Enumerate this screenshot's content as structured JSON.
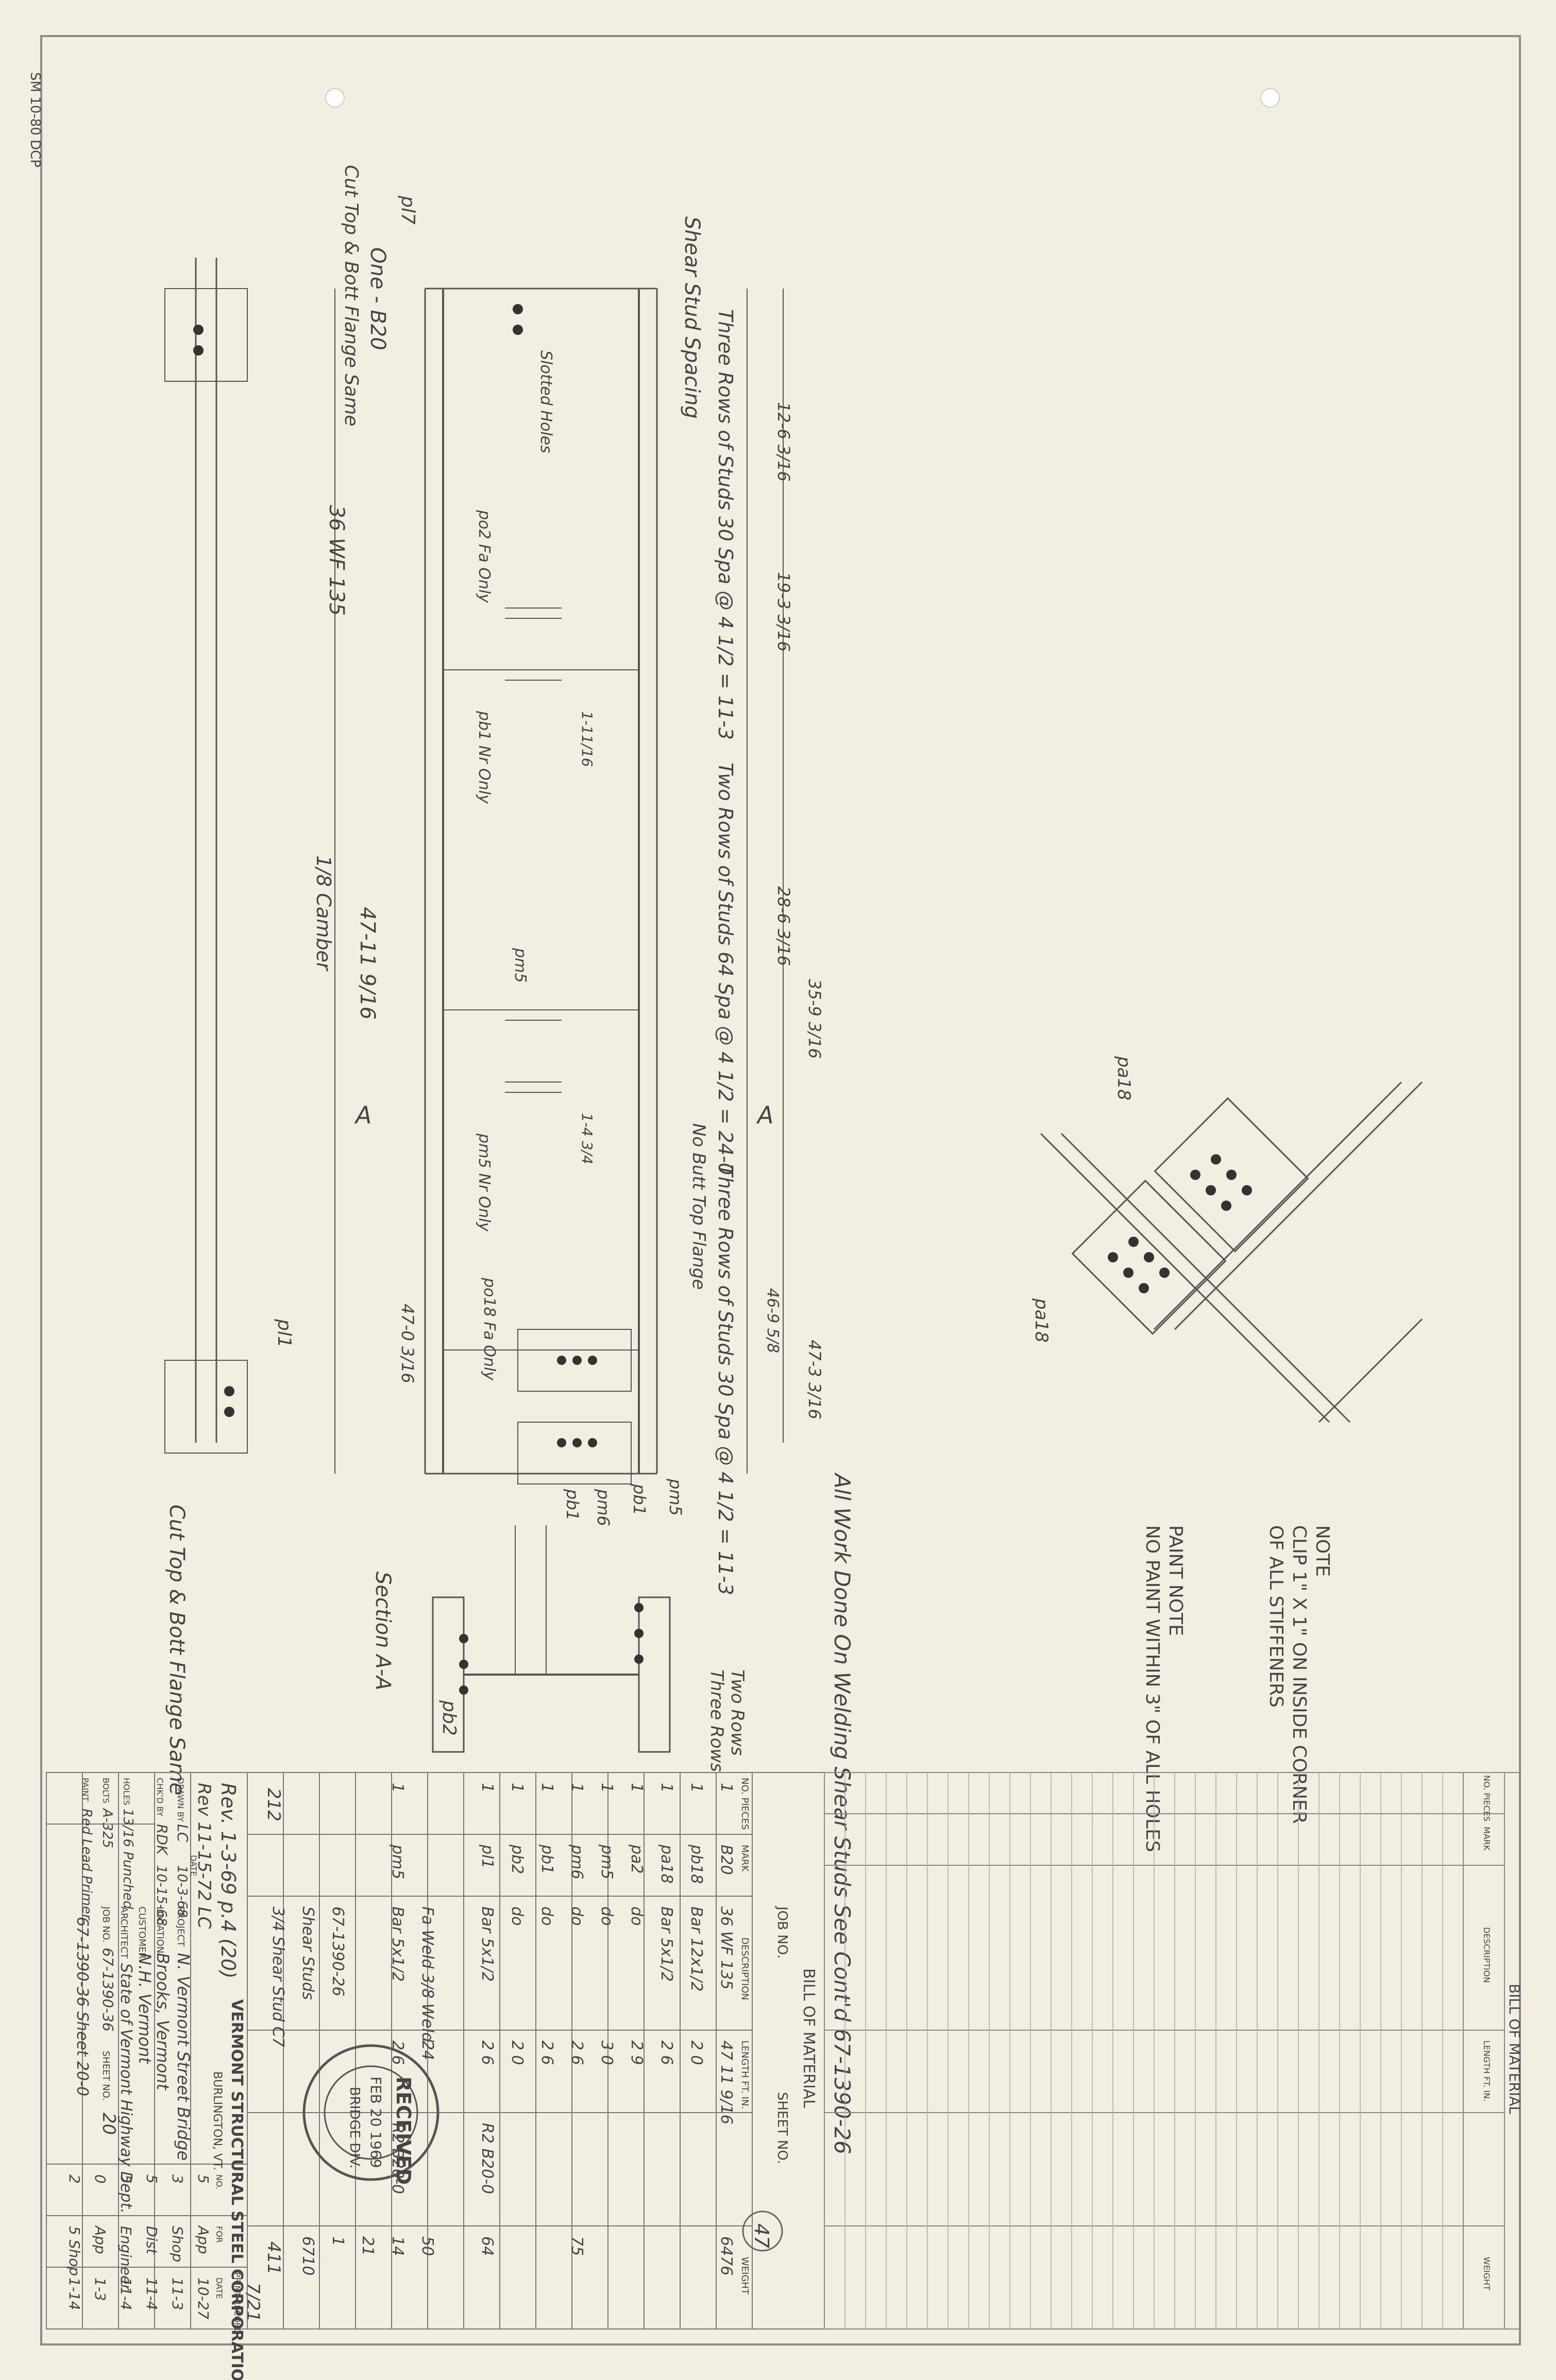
{
  "corner_code": "SM 10-80 DCP",
  "beam": {
    "mark": "B20",
    "mark_label": "One - B20",
    "section": "36 WF 135",
    "length": "47-11 9/16",
    "camber": "1/8 Camber",
    "pl_left": "pl7",
    "pl_right": "pl1",
    "cut_top_left": "Cut Top & Bott Flange Same",
    "cut_top_right": "Cut Top & Bott Flange Same",
    "shear_stud_label": "Shear Stud Spacing",
    "stud_rows_1": "Three Rows of Studs 30 Spa @ 4 1/2 = 11-3",
    "stud_rows_2": "Two Rows of Studs 64 Spa @ 4 1/2 = 24-0",
    "stud_rows_3": "Three Rows of Studs 30 Spa @ 4 1/2 = 11-3",
    "no_butt": "No Butt Top Flange",
    "slotted": "Slotted Holes",
    "dims": [
      "12-6 3/16",
      "19-3 3/16",
      "28-6 3/16",
      "35-9 3/16",
      "47-3 3/16",
      "46-9 5/8",
      "47-0 3/16",
      "1-11/16",
      "1-4 3/4"
    ],
    "plates": [
      "po2 Fa Only",
      "pm5 Nr Only",
      "po18 Fa Only",
      "pm5",
      "pb1 Nr Only",
      "pb2"
    ],
    "section_aa": "Section A-A",
    "section_labels": [
      "pm5",
      "pb1",
      "pm6",
      "pb1",
      "pb2"
    ],
    "two_rows": "Two Rows",
    "three_rows": "Three Rows",
    "all_work": "All Work Done On Welding Shear Studs See Cont'd 67-1390-26"
  },
  "detail": {
    "plates": [
      "pa18",
      "pa18"
    ],
    "note_title": "NOTE",
    "note_lines": [
      "CLIP 1\" X 1\" ON INSIDE CORNER",
      "OF ALL STIFFENERS"
    ],
    "paint_title": "PAINT NOTE",
    "paint_lines": [
      "NO PAINT WITHIN 3\" OF ALL HOLES"
    ]
  },
  "bom_main": {
    "title": "BILL OF MATERIAL",
    "headers": [
      "NO. PIECES",
      "MARK",
      "DESCRIPTION",
      "LENGTH FT. IN.",
      "WEIGHT"
    ],
    "job_label": "JOB NO.",
    "sheet_label": "SHEET NO.",
    "rows": [
      {
        "no": "1",
        "mark": "B20",
        "desc": "36 WF 135",
        "len": "47 11 9/16",
        "note": "",
        "weight": "6476"
      },
      {
        "no": "1",
        "mark": "pb18",
        "desc": "Bar 12x1/2",
        "len": "2 0",
        "note": "",
        "weight": ""
      },
      {
        "no": "1",
        "mark": "pa18",
        "desc": "Bar 5x1/2",
        "len": "2 6",
        "note": "",
        "weight": ""
      },
      {
        "no": "1",
        "mark": "pa2",
        "desc": "do",
        "len": "2 9",
        "note": "",
        "weight": ""
      },
      {
        "no": "1",
        "mark": "pm5",
        "desc": "do",
        "len": "3 0",
        "note": "",
        "weight": ""
      },
      {
        "no": "1",
        "mark": "pm6",
        "desc": "do",
        "len": "2 6",
        "note": "",
        "weight": "75"
      },
      {
        "no": "1",
        "mark": "pb1",
        "desc": "do",
        "len": "2 6",
        "note": "",
        "weight": ""
      },
      {
        "no": "1",
        "mark": "pb2",
        "desc": "do",
        "len": "2 0",
        "note": "",
        "weight": ""
      },
      {
        "no": "1",
        "mark": "pl1",
        "desc": "Bar 5x1/2",
        "len": "2 6",
        "note": "R2 B20-0",
        "weight": "64"
      },
      {
        "no": "",
        "mark": "",
        "desc": "",
        "len": "",
        "note": "",
        "weight": ""
      },
      {
        "no": "",
        "mark": "",
        "desc": "Fa Weld 3/8 Weld",
        "len": "24",
        "note": "",
        "weight": "50"
      },
      {
        "no": "1",
        "mark": "pm5",
        "desc": "Bar 5x1/2",
        "len": "2 6",
        "note": "R2 B20-0",
        "weight": "14"
      },
      {
        "no": "",
        "mark": "",
        "desc": "",
        "len": "",
        "note": "",
        "weight": "21"
      },
      {
        "no": "",
        "mark": "",
        "desc": "67-1390-26",
        "len": "",
        "note": "",
        "weight": "1"
      },
      {
        "no": "",
        "mark": "",
        "desc": "Shear Studs",
        "len": "",
        "note": "",
        "weight": "6710"
      },
      {
        "no": "",
        "mark": "",
        "desc": "3/4 Shear Stud C7",
        "len": "",
        "note": "",
        "weight": ""
      }
    ],
    "total_no": "212",
    "total_weight": "411",
    "total_weight2": "7/21"
  },
  "title_block": {
    "rev1": "Rev. 1-3-69 p.4 (20)",
    "rev2": "Rev 11-15-72 LC",
    "company": "VERMONT STRUCTURAL STEEL CORPORATION",
    "city": "BURLINGTON, VT.",
    "drawn_by_label": "DRAWN BY",
    "drawn_by": "LC",
    "drawn_date": "10-3-68",
    "chkd_label": "CHK'D BY",
    "chkd_by": "RDK",
    "chkd_date": "10-15-68",
    "date_label": "DATE",
    "project_label": "PROJECT",
    "project": "N. Vermont Street Bridge",
    "location_label": "LOCATION",
    "location": "Brooks, Vermont",
    "customer_label": "CUSTOMER",
    "customer": "N.H. Vermont",
    "architect_label": "ARCHITECT",
    "architect": "State of Vermont Highway Dept.",
    "holes_label": "HOLES",
    "holes": "13/16 Punched",
    "bolts_label": "BOLTS",
    "bolts": "A-325",
    "paint_label": "PAINT",
    "paint": "Red Lead Primer",
    "job_label": "JOB NO.",
    "job_no": "67-1390-36",
    "sheet_label": "SHEET NO.",
    "sheet_no": "20",
    "dwg_no": "67-1390-36 Sheet 20-0",
    "print_record_title": "PRINT RECORD",
    "print_headers": [
      "NO.",
      "FOR",
      "DATE"
    ],
    "print_rows": [
      [
        "5",
        "App",
        "10-27"
      ],
      [
        "3",
        "Shop",
        "11-3"
      ],
      [
        "5",
        "Dist",
        "11-4"
      ],
      [
        "5",
        "Engineer",
        "11-4"
      ],
      [
        "0",
        "App",
        "1-3"
      ],
      [
        "2",
        "5 Shop",
        "1-14"
      ]
    ],
    "sheet_circle": "47",
    "rev_cols": [
      "411",
      "411"
    ],
    "rev_date": "7/21"
  },
  "stamp": {
    "top": "RECEIVED",
    "date": "FEB 20 1969",
    "bottom": "BRIDGE DIV."
  },
  "bom_right": {
    "title": "BILL OF MATERIAL",
    "headers": [
      "NO. PIECES",
      "MARK",
      "DESCRIPTION",
      "LENGTH FT. IN.",
      "WEIGHT"
    ]
  }
}
